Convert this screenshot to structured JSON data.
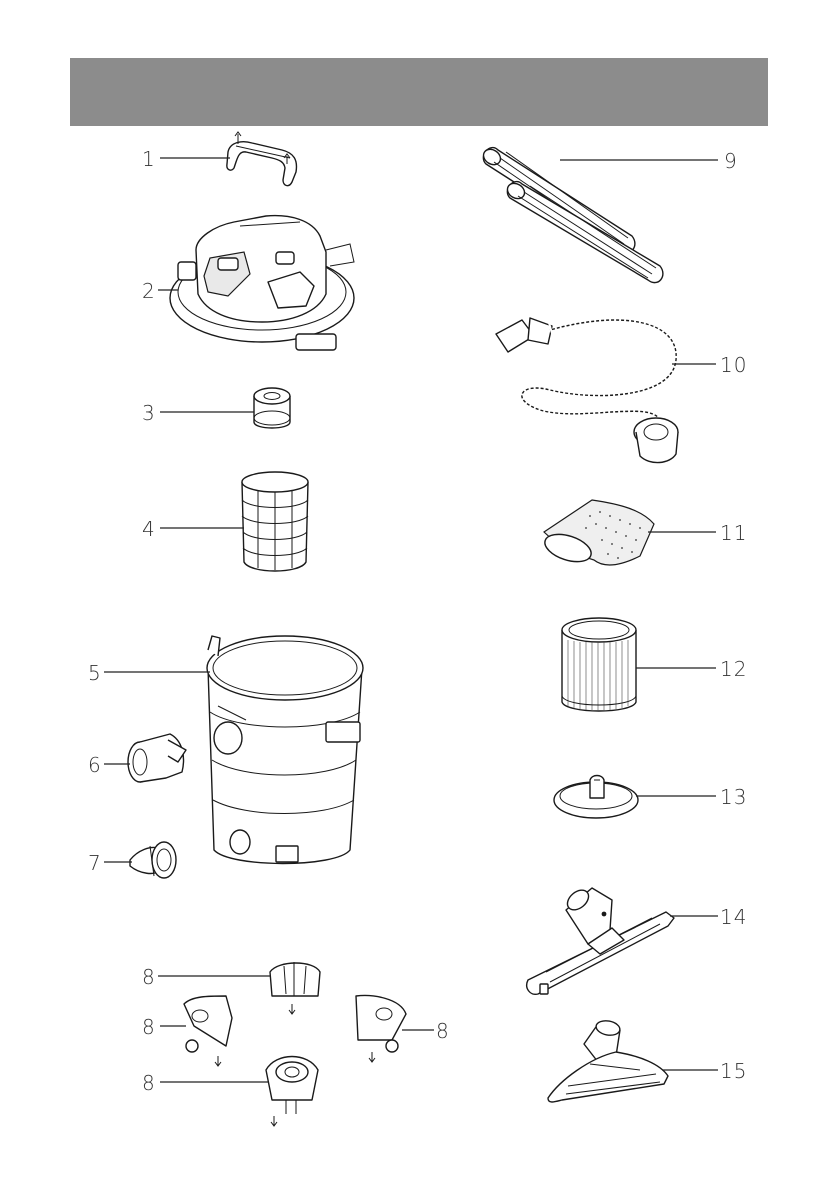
{
  "colors": {
    "header_band": "#8c8c8c",
    "line": "#1a1a1a",
    "label": "#333333"
  },
  "parts": [
    {
      "id": "p1",
      "number": "1",
      "icon": "handle-icon"
    },
    {
      "id": "p2",
      "number": "2",
      "icon": "motor-head-icon"
    },
    {
      "id": "p3",
      "number": "3",
      "icon": "foam-filter-icon"
    },
    {
      "id": "p4",
      "number": "4",
      "icon": "filter-cage-icon"
    },
    {
      "id": "p5",
      "number": "5",
      "icon": "tank-icon"
    },
    {
      "id": "p6",
      "number": "6",
      "icon": "inlet-adapter-icon"
    },
    {
      "id": "p7",
      "number": "7",
      "icon": "drain-cap-icon"
    },
    {
      "id": "p8a",
      "number": "8",
      "icon": "caster-icon"
    },
    {
      "id": "p8b",
      "number": "8",
      "icon": "caster-icon"
    },
    {
      "id": "p8c",
      "number": "8",
      "icon": "caster-icon"
    },
    {
      "id": "p8d",
      "number": "8",
      "icon": "caster-icon"
    },
    {
      "id": "p9",
      "number": "9",
      "icon": "extension-wands-icon"
    },
    {
      "id": "p10",
      "number": "10",
      "icon": "hose-icon"
    },
    {
      "id": "p11",
      "number": "11",
      "icon": "dust-bag-icon"
    },
    {
      "id": "p12",
      "number": "12",
      "icon": "cartridge-filter-icon"
    },
    {
      "id": "p13",
      "number": "13",
      "icon": "filter-lid-icon"
    },
    {
      "id": "p14",
      "number": "14",
      "icon": "floor-nozzle-icon"
    },
    {
      "id": "p15",
      "number": "15",
      "icon": "utility-nozzle-icon"
    }
  ]
}
